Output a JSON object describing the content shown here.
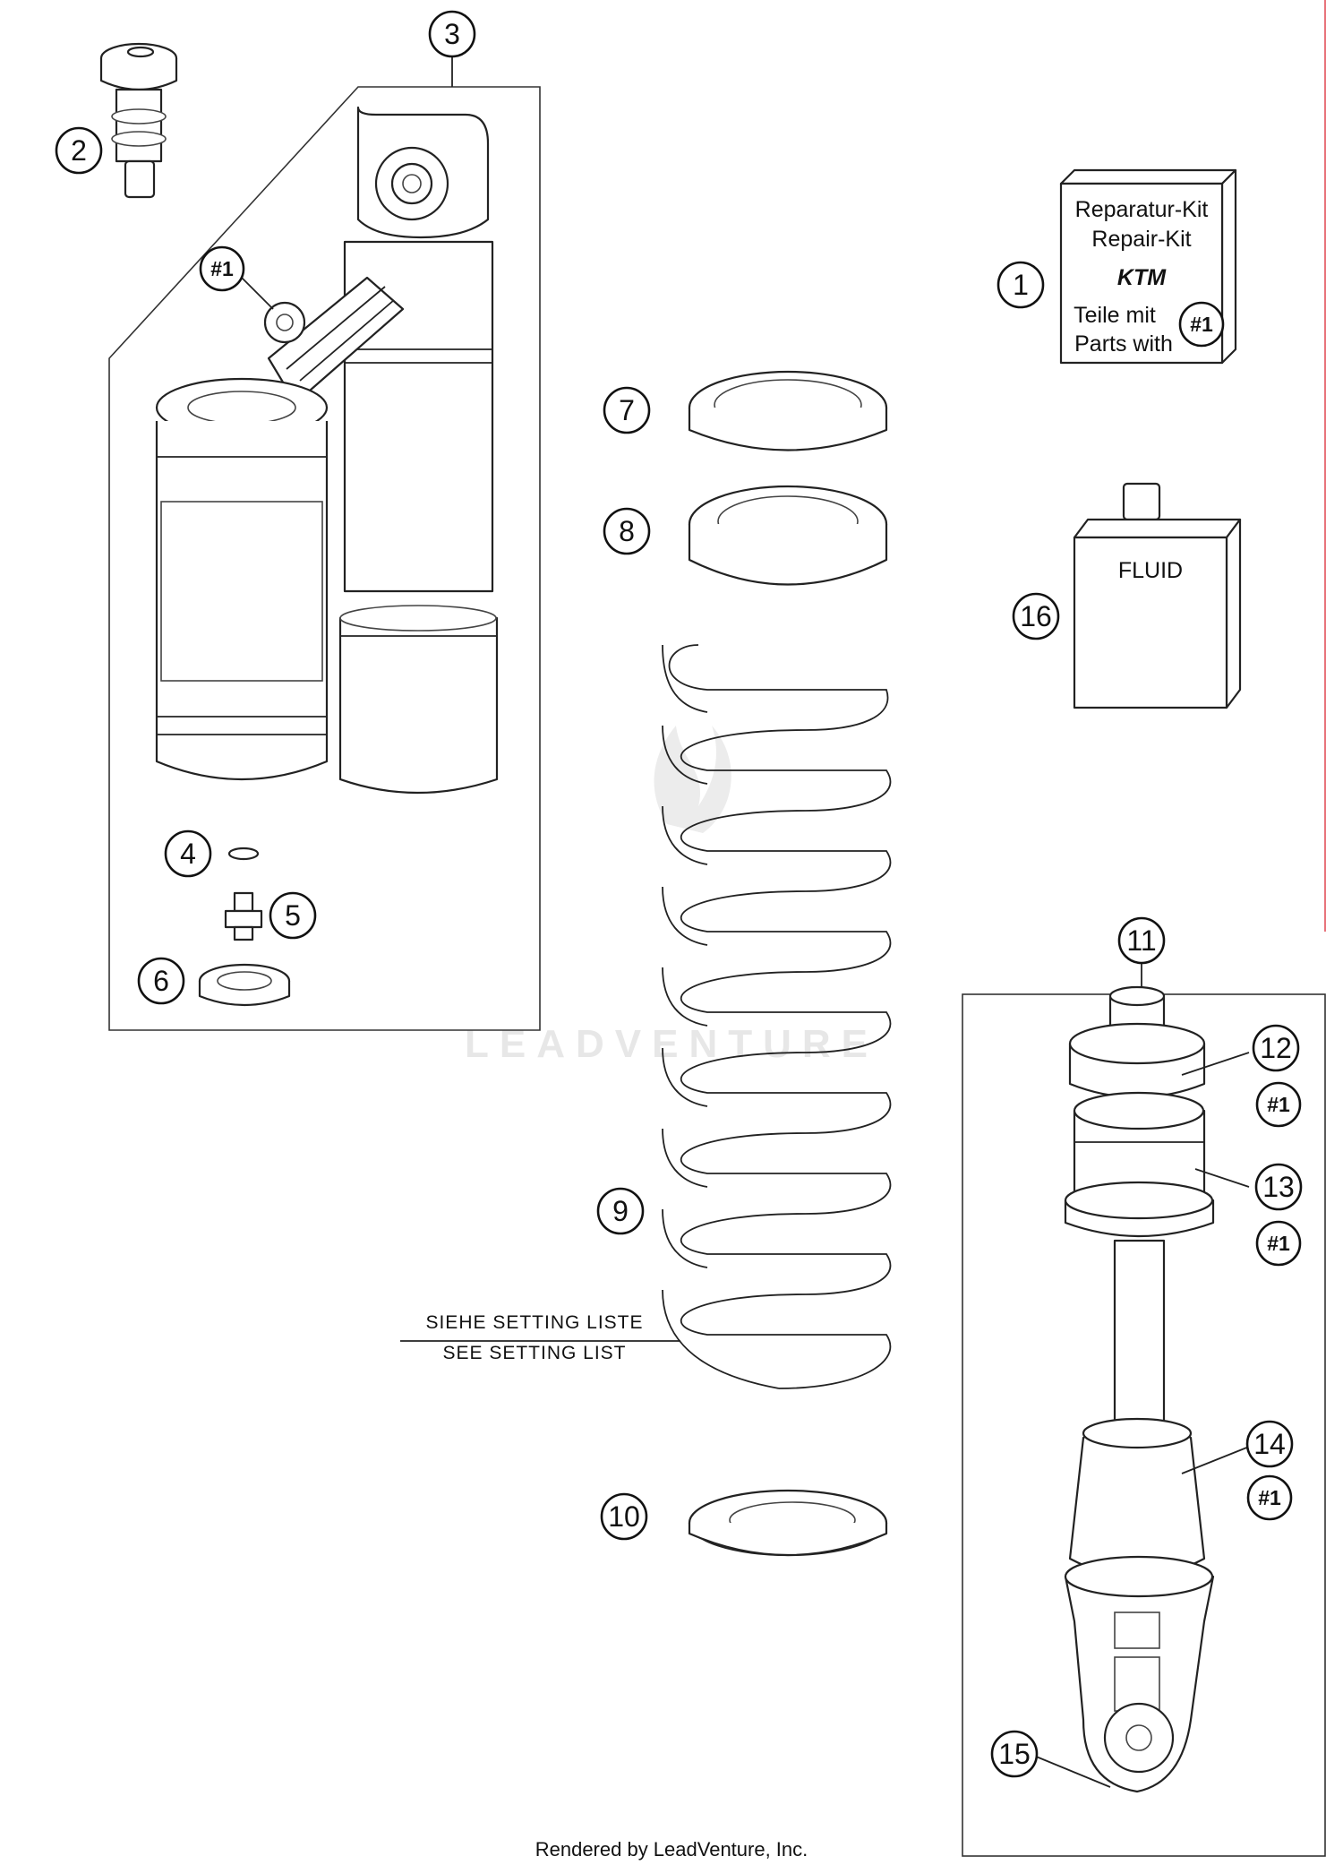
{
  "callouts": {
    "c1": "1",
    "c2": "2",
    "c3": "3",
    "c4": "4",
    "c5": "5",
    "c6": "6",
    "c7": "7",
    "c8": "8",
    "c9": "9",
    "c10": "10",
    "c11": "11",
    "c12": "12",
    "c13": "13",
    "c14": "14",
    "c15": "15",
    "c16": "16"
  },
  "ref_marker": "#1",
  "repair_kit": {
    "line1": "Reparatur-Kit",
    "line2": "Repair-Kit",
    "logo": "KTM",
    "line3": "Teile mit",
    "line4": "Parts with"
  },
  "fluid_label": "FLUID",
  "spring_note": {
    "line1": "SIEHE SETTING LISTE",
    "line2": "SEE SETTING LIST"
  },
  "watermark": "LEADVENTURE",
  "footer": "Rendered by LeadVenture, Inc.",
  "colors": {
    "line": "#222222",
    "accent_red": "#e8747c",
    "watermark": "#e7e7e7"
  }
}
